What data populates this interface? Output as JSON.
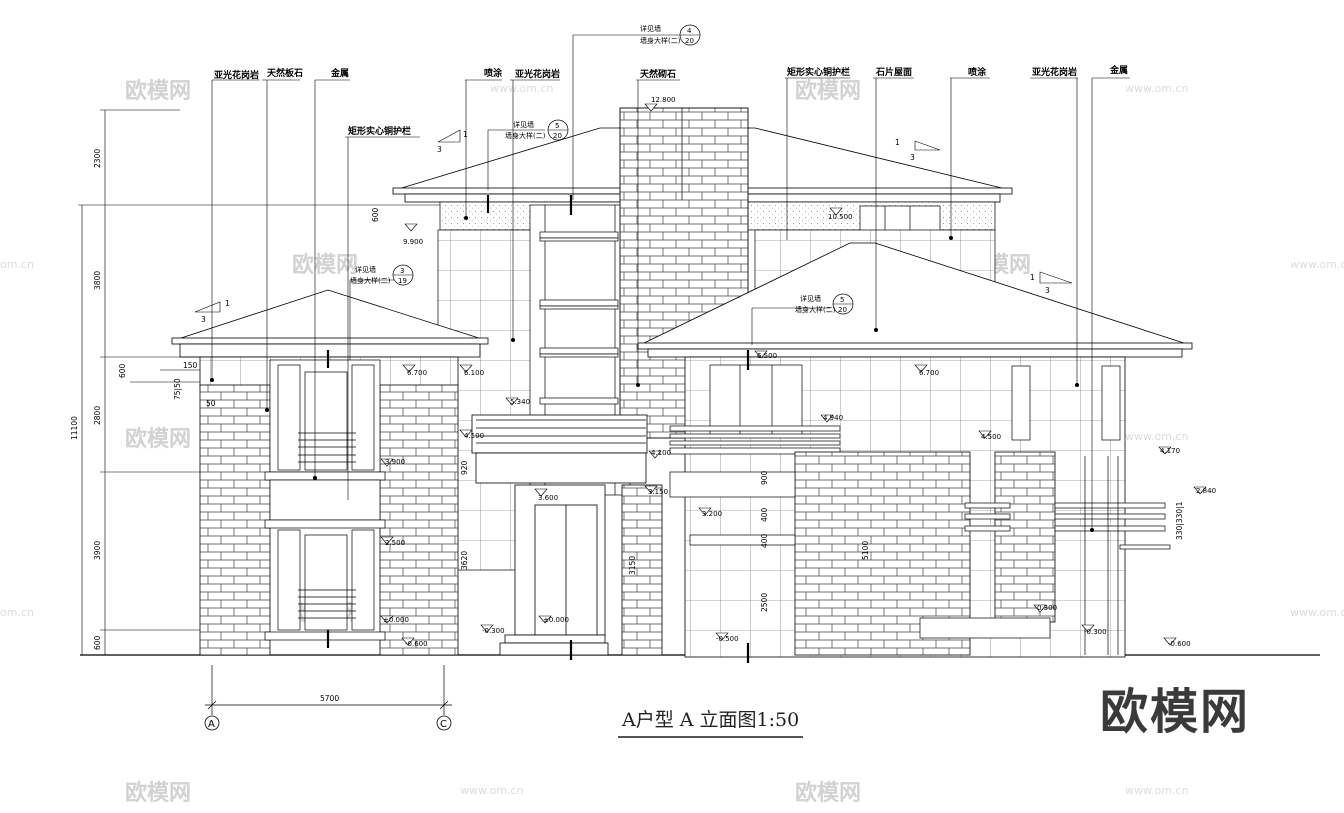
{
  "drawing": {
    "title": "A户型 A 立面图1:50",
    "logo_text": "欧模网"
  },
  "watermark": {
    "text": "欧模网",
    "url": "www.om.cn",
    "url_partial": "om.cn"
  },
  "material_labels": {
    "matte_granite": "亚光花岗岩",
    "natural_slate": "天然板石",
    "natural_stone": "天然砌石",
    "metal": "金属",
    "railing": "矩形实心铜护栏",
    "spray_paint": "喷涂",
    "stone_roof": "石片屋面"
  },
  "detail_refs": {
    "label_top": "详见墙",
    "label_bottom": "墙身大样(二)",
    "ref_a_num": "4",
    "ref_a_sheet": "20",
    "ref_b_num": "5",
    "ref_b_sheet": "20",
    "ref_c_num": "3",
    "ref_c_sheet": "19",
    "ref_d_num": "5",
    "ref_d_sheet": "20"
  },
  "slopes": {
    "rise": "1",
    "run": "3"
  },
  "levels": {
    "l12800": "12.800",
    "l10500": "10.500",
    "l9900": "9.900",
    "l6700": "6.700",
    "l6100": "6.100",
    "l6500": "6.500",
    "l5340": "5.340",
    "l4940": "4.940",
    "l4500": "4.500",
    "l4100": "4.100",
    "l4170": "4.170",
    "l3900": "3.900",
    "l3600": "3.600",
    "l3150": "3.150",
    "l3200": "3.200",
    "l2840": "2.840",
    "l2500": "2.500",
    "l0000a": "±0.000",
    "l0000b": "±0.000",
    "lm300a": "-0.300",
    "lm300b": "-0.300",
    "l300": "0.300",
    "lm500": "-0.500",
    "lm600a": "-0.600",
    "lm600b": "-0.600"
  },
  "dimensions": {
    "d2300": "2300",
    "d3800": "3800",
    "d2800": "2800",
    "d3900": "3900",
    "d600a": "600",
    "d600b": "600",
    "d600c": "600",
    "d11100": "11100",
    "d150": "150",
    "d7550": "75|50",
    "d50": "50",
    "d920": "920",
    "d3620": "3620",
    "d3150": "3150",
    "d900": "900",
    "d400a": "400",
    "d400b": "400",
    "d2500": "2500",
    "d5100": "5100",
    "d330": "330|330|1",
    "span": "5700"
  },
  "axes": {
    "left": "A",
    "right": "C"
  }
}
